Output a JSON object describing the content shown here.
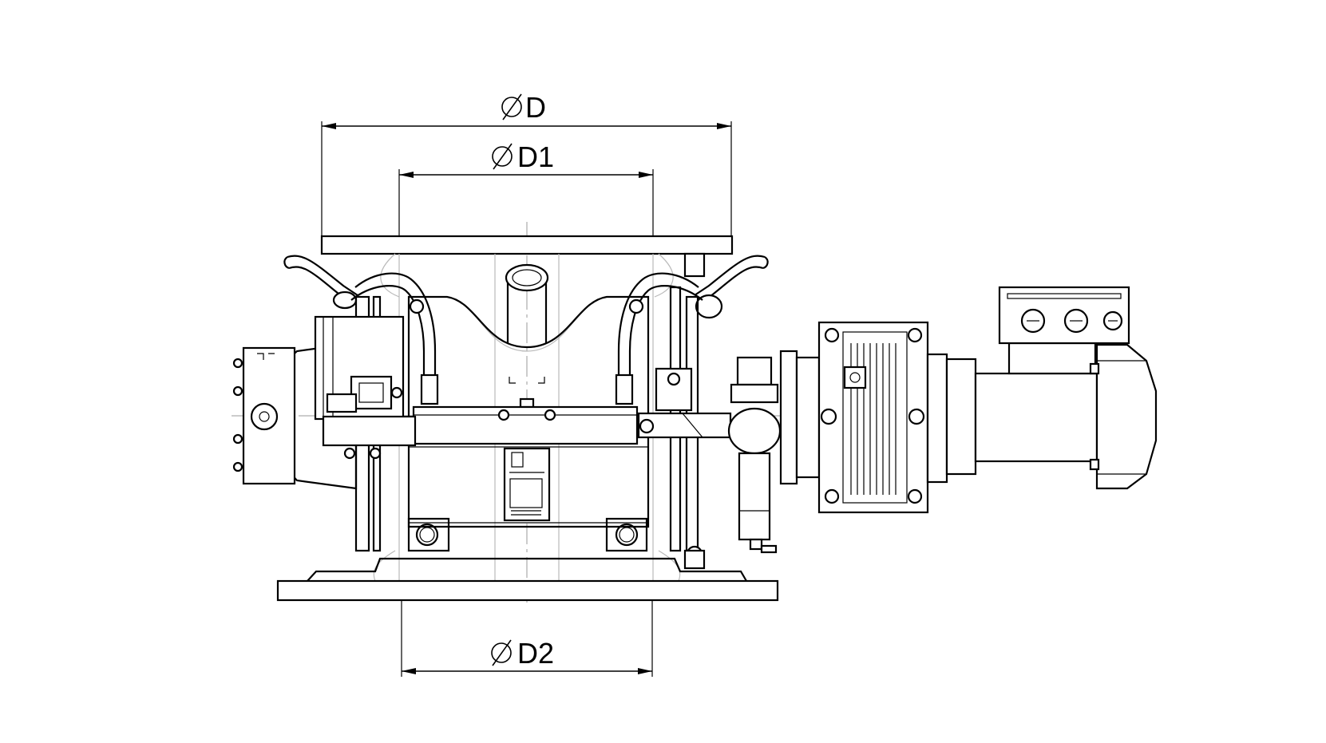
{
  "dimensions": {
    "d": {
      "label": "D"
    },
    "d1": {
      "label": "D1"
    },
    "d2": {
      "label": "D2"
    }
  },
  "colors": {
    "line": "#000000",
    "background": "#ffffff",
    "construction": "#b9b9b9"
  }
}
